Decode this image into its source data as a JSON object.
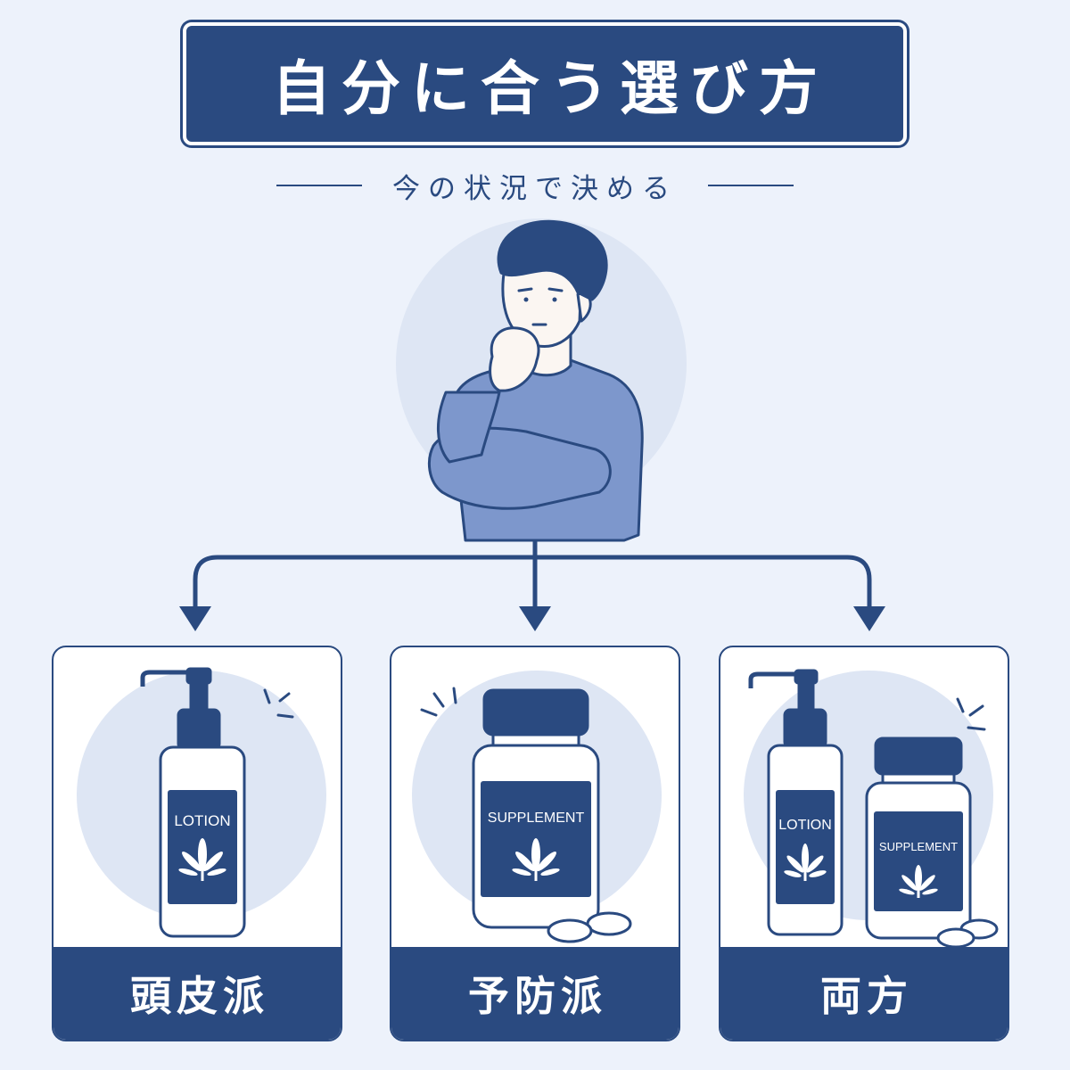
{
  "header": {
    "title": "自分に合う選び方",
    "subtitle": "今の状況で決める"
  },
  "options": [
    {
      "label": "頭皮派",
      "products": [
        "LOTION"
      ]
    },
    {
      "label": "予防派",
      "products": [
        "SUPPLEMENT"
      ]
    },
    {
      "label": "両方",
      "products": [
        "LOTION",
        "SUPPLEMENT"
      ]
    }
  ],
  "colors": {
    "navy": "#2a4a80",
    "background": "#edf2fb",
    "sweater": "#7d97cc",
    "skin": "#fbf6f2",
    "halo": "#dee6f4"
  },
  "icons": [
    "thinking-man",
    "pump-bottle-icon",
    "supplement-jar-icon",
    "leaf-icon",
    "tablet-icon",
    "sparkle-icon",
    "arrow-down-icon"
  ]
}
